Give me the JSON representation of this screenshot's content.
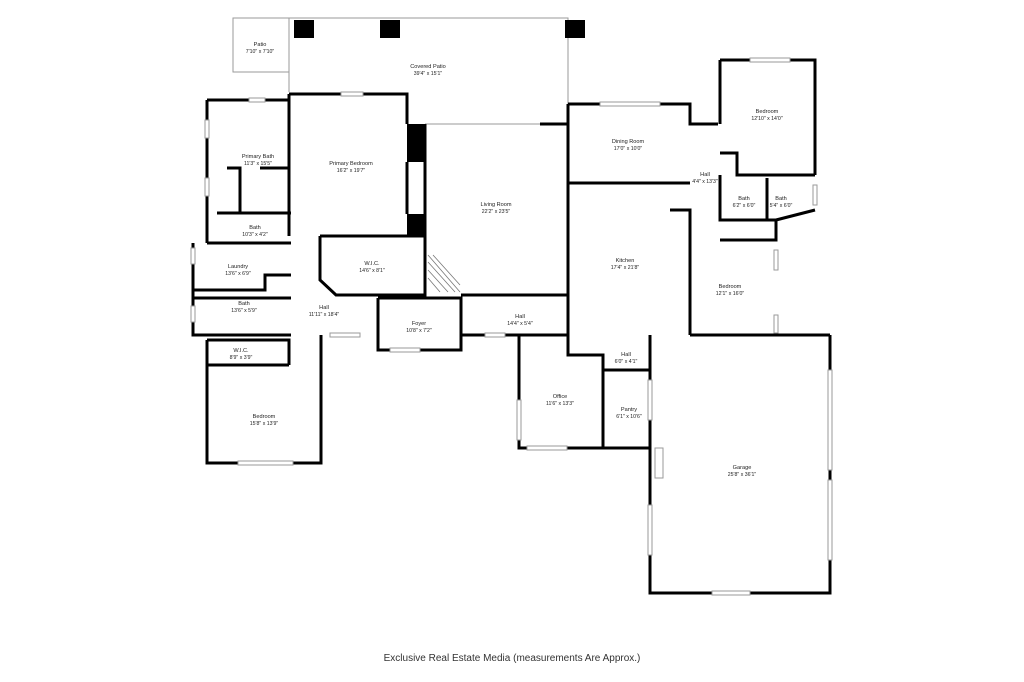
{
  "rooms": [
    {
      "name": "Patio",
      "dims": "7'10\" x 7'10\""
    },
    {
      "name": "Covered Patio",
      "dims": "39'4\" x 15'1\""
    },
    {
      "name": "Bedroom",
      "dims": "12'10\" x 14'0\""
    },
    {
      "name": "Primary Bath",
      "dims": "11'3\" x 15'5\""
    },
    {
      "name": "Primary Bedroom",
      "dims": "16'2\" x 19'7\""
    },
    {
      "name": "Dining Room",
      "dims": "17'0\" x 10'0\""
    },
    {
      "name": "Hall",
      "dims": "4'4\" x 13'3\""
    },
    {
      "name": "Living Room",
      "dims": "22'2\" x 23'5\""
    },
    {
      "name": "Bath",
      "dims": "6'2\" x 6'0\""
    },
    {
      "name": "Bath",
      "dims": "5'4\" x 6'0\""
    },
    {
      "name": "Bath",
      "dims": "10'3\" x 4'2\""
    },
    {
      "name": "Laundry",
      "dims": "13'6\" x 6'9\""
    },
    {
      "name": "W.I.C.",
      "dims": "14'6\" x 8'1\""
    },
    {
      "name": "Kitchen",
      "dims": "17'4\" x 21'8\""
    },
    {
      "name": "Bedroom",
      "dims": "12'1\" x 16'0\""
    },
    {
      "name": "Bath",
      "dims": "13'6\" x 5'9\""
    },
    {
      "name": "Hall",
      "dims": "11'11\" x 18'4\""
    },
    {
      "name": "Hall",
      "dims": "14'4\" x 5'4\""
    },
    {
      "name": "Foyer",
      "dims": "10'8\" x 7'2\""
    },
    {
      "name": "W.I.C.",
      "dims": "8'9\" x 3'9\""
    },
    {
      "name": "Hall",
      "dims": "6'0\" x 4'1\""
    },
    {
      "name": "Office",
      "dims": "11'6\" x 13'3\""
    },
    {
      "name": "Pantry",
      "dims": "6'1\" x 10'6\""
    },
    {
      "name": "Bedroom",
      "dims": "15'8\" x 13'9\""
    },
    {
      "name": "Garage",
      "dims": "25'8\" x 36'1\""
    }
  ],
  "footer": "Exclusive Real Estate Media (measurements Are Approx.)"
}
